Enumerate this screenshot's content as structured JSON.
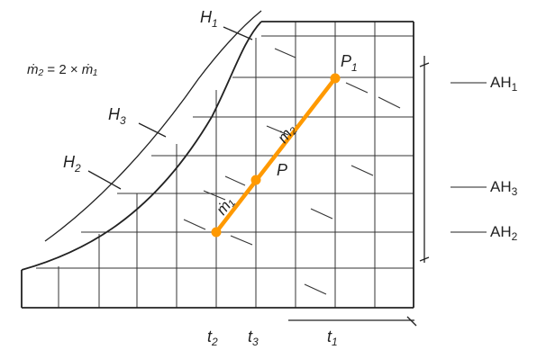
{
  "formula": {
    "lhs": "ṁ₂",
    "op": " = 2 × ",
    "rhs": "ṁ₁"
  },
  "curve_labels": {
    "h1": {
      "base": "H",
      "sub": "1"
    },
    "h3": {
      "base": "H",
      "sub": "3"
    },
    "h2": {
      "base": "H",
      "sub": "2"
    }
  },
  "points": {
    "p1": {
      "base": "P",
      "sub": "1"
    },
    "p": {
      "base": "P",
      "sub": ""
    }
  },
  "flow_labels": {
    "m2": "ṁ₂",
    "m1": "ṁ₁"
  },
  "humidity_labels": [
    {
      "base": "AH",
      "sub": "1"
    },
    {
      "base": "AH",
      "sub": "3"
    },
    {
      "base": "AH",
      "sub": "2"
    }
  ],
  "temperature_labels": [
    {
      "base": "t",
      "sub": "2"
    },
    {
      "base": "t",
      "sub": "3"
    },
    {
      "base": "t",
      "sub": "1"
    }
  ],
  "colors": {
    "line": "#222222",
    "mixing_line": "#ff9900",
    "background": "#ffffff"
  }
}
